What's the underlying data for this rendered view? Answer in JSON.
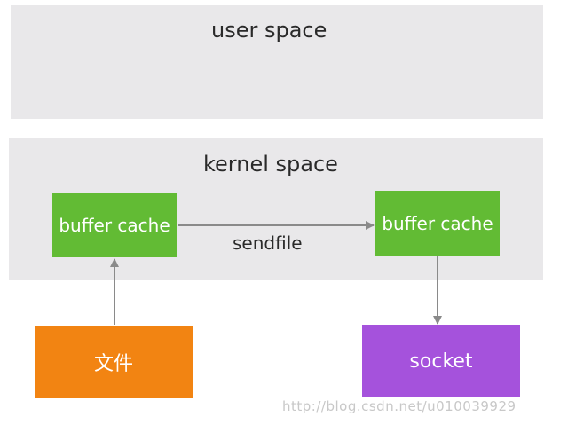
{
  "regions": {
    "user_space": "user space",
    "kernel_space": "kernel space"
  },
  "nodes": {
    "buffer_cache_left": "buffer cache",
    "buffer_cache_right": "buffer cache",
    "file": "文件",
    "socket": "socket"
  },
  "edges": {
    "sendfile": "sendfile"
  },
  "watermark": "http://blog.csdn.net/u010039929",
  "colors": {
    "region_bg": "#e9e8ea",
    "buffer_green": "#62bb34",
    "file_orange": "#f28412",
    "socket_purple": "#a552dc",
    "arrow_gray": "#8a8a8a"
  }
}
